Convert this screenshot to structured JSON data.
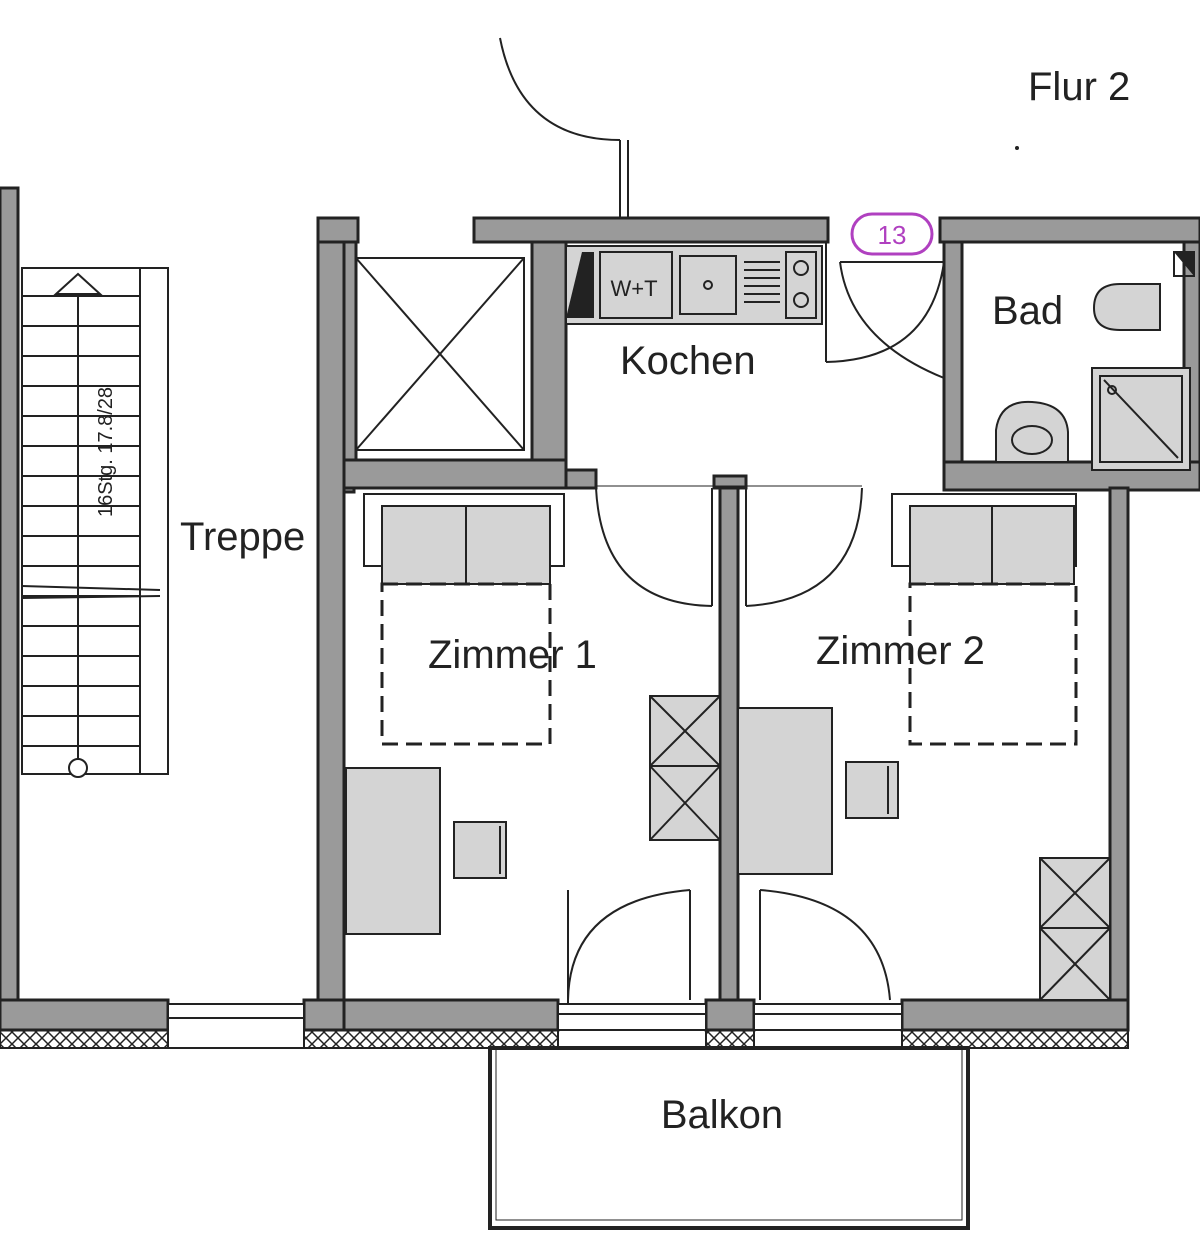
{
  "plan": {
    "corridor_label": "Flur 2",
    "unit_number": "13",
    "rooms": {
      "kitchen": "Kochen",
      "bath": "Bad",
      "stairs": "Treppe",
      "room1": "Zimmer 1",
      "room2": "Zimmer 2",
      "balcony": "Balkon"
    },
    "washer_dryer_label": "W+T",
    "stair_annotation": "16Stg. 17.8/28"
  },
  "colors": {
    "wall": "#9a9a9a",
    "furniture": "#d4d4d4",
    "line": "#222222",
    "unit_badge": "#b040c0"
  }
}
